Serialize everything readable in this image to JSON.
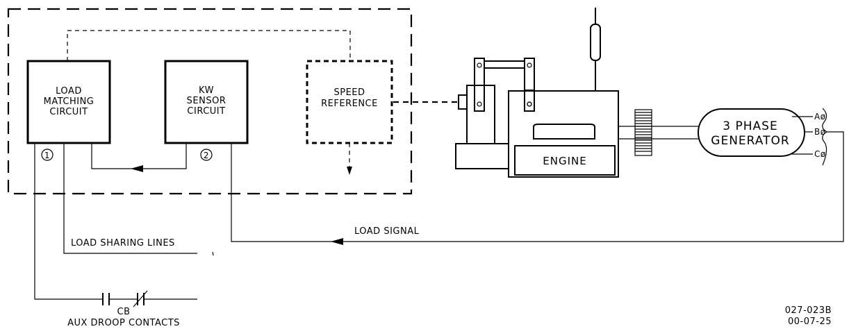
{
  "blocks": {
    "load_matching": {
      "lines": [
        "LOAD",
        "MATCHING",
        "CIRCUIT"
      ]
    },
    "kw_sensor": {
      "lines": [
        "KW",
        "SENSOR",
        "CIRCUIT"
      ]
    },
    "speed_reference": {
      "lines": [
        "SPEED",
        "REFERENCE"
      ]
    }
  },
  "markers": {
    "one": "1",
    "two": "2"
  },
  "engine": {
    "label": "ENGINE"
  },
  "generator": {
    "lines": [
      "3 PHASE",
      "GENERATOR"
    ]
  },
  "phases": {
    "a": "Aø",
    "b": "Bø",
    "c": "Cø"
  },
  "wires": {
    "load_sharing": "LOAD SHARING LINES",
    "load_signal": "LOAD SIGNAL"
  },
  "contacts": {
    "cb": "CB",
    "aux_droop": "AUX DROOP CONTACTS"
  },
  "drawing_id": {
    "number": "027-023B",
    "date": "00-07-25"
  }
}
